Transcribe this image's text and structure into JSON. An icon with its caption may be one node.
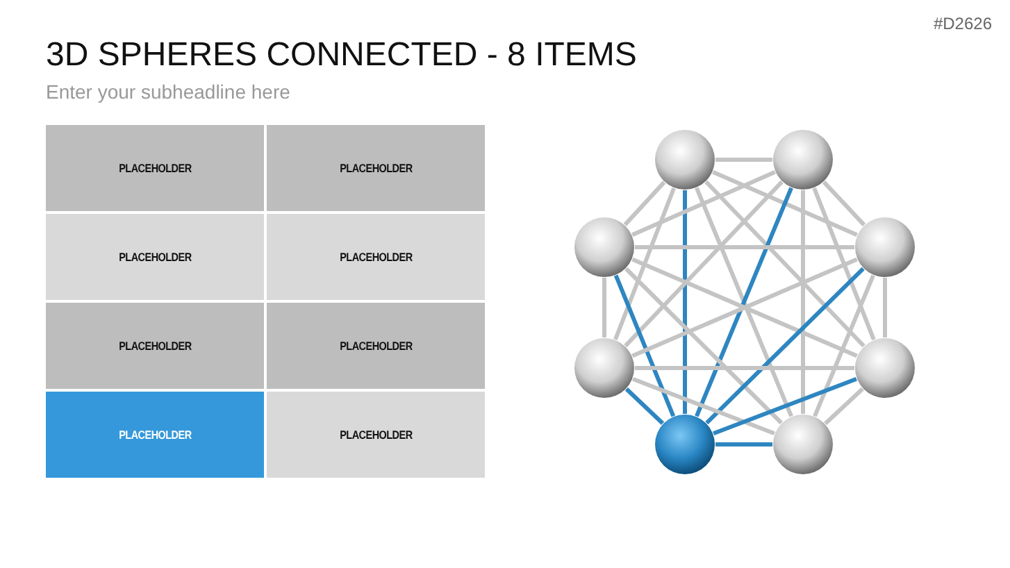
{
  "diagram": {
    "title": "3D SPHERES CONNECTED - 8 ITEMS",
    "nodes": [
      {
        "text": [],
        "shape": "circle"
      },
      {
        "text": [],
        "shape": "circle"
      },
      {
        "text": [],
        "shape": "circle"
      },
      {
        "text": [],
        "shape": "circle"
      },
      {
        "text": [],
        "shape": "circle"
      },
      {
        "text": [],
        "shape": "circle"
      },
      {
        "text": [],
        "shape": "circle"
      },
      {
        "text": [],
        "shape": "circle"
      }
    ],
    "edges": [
      {
        "from": 0,
        "to": 1,
        "arrow": "none"
      },
      {
        "from": 0,
        "to": 2,
        "arrow": "none"
      },
      {
        "from": 0,
        "to": 3,
        "arrow": "none"
      },
      {
        "from": 0,
        "to": 4,
        "arrow": "none"
      },
      {
        "from": 0,
        "to": 5,
        "arrow": "none"
      },
      {
        "from": 0,
        "to": 6,
        "arrow": "none",
        "color": "#2e86c1"
      },
      {
        "from": 0,
        "to": 7,
        "arrow": "none"
      },
      {
        "from": 1,
        "to": 2,
        "arrow": "none"
      },
      {
        "from": 1,
        "to": 3,
        "arrow": "none"
      },
      {
        "from": 1,
        "to": 4,
        "arrow": "none"
      },
      {
        "from": 1,
        "to": 5,
        "arrow": "none"
      },
      {
        "from": 1,
        "to": 6,
        "arrow": "none",
        "color": "#2e86c1"
      },
      {
        "from": 1,
        "to": 7,
        "arrow": "none"
      },
      {
        "from": 2,
        "to": 3,
        "arrow": "none"
      },
      {
        "from": 2,
        "to": 4,
        "arrow": "none"
      },
      {
        "from": 2,
        "to": 5,
        "arrow": "none"
      },
      {
        "from": 2,
        "to": 6,
        "arrow": "none",
        "color": "#2e86c1"
      },
      {
        "from": 2,
        "to": 7,
        "arrow": "none"
      },
      {
        "from": 3,
        "to": 4,
        "arrow": "none"
      },
      {
        "from": 3,
        "to": 5,
        "arrow": "none"
      },
      {
        "from": 3,
        "to": 6,
        "arrow": "none",
        "color": "#2e86c1"
      },
      {
        "from": 3,
        "to": 7,
        "arrow": "none"
      },
      {
        "from": 4,
        "to": 5,
        "arrow": "none"
      },
      {
        "from": 4,
        "to": 6,
        "arrow": "none",
        "color": "#2e86c1"
      },
      {
        "from": 4,
        "to": 7,
        "arrow": "none"
      },
      {
        "from": 5,
        "to": 6,
        "arrow": "none",
        "color": "#2e86c1"
      },
      {
        "from": 5,
        "to": 7,
        "arrow": "none"
      },
      {
        "from": 6,
        "to": 7,
        "arrow": "none",
        "color": "#2e86c1"
      }
    ],
    "labels": [
      "#D2626",
      "Enter your subheadline here",
      "PLACEHOLDER",
      "PLACEHOLDER",
      "PLACEHOLDER",
      "PLACEHOLDER",
      "PLACEHOLDER",
      "PLACEHOLDER",
      "PLACEHOLDER",
      "PLACEHOLDER"
    ]
  }
}
